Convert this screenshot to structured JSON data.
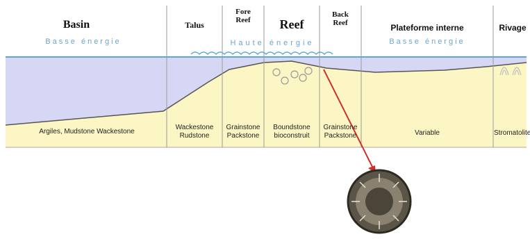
{
  "zones": [
    {
      "key": "basin",
      "title": "Basin",
      "subtitle": "Basse énergie",
      "facies": "Argiles, Mudstone    Wackestone"
    },
    {
      "key": "talus",
      "title": "Talus",
      "subtitle": "",
      "facies": "Wackestone\nRudstone"
    },
    {
      "key": "fore",
      "title": "Fore\nReef",
      "subtitle": "",
      "facies": "Grainstone\nPackstone"
    },
    {
      "key": "reef",
      "title": "Reef",
      "subtitle": "",
      "facies": "Boundstone\nbioconstruit"
    },
    {
      "key": "back",
      "title": "Back\nReef",
      "subtitle": "",
      "facies": "Grainstone\nPackstone"
    },
    {
      "key": "plat",
      "title": "Plateforme interne",
      "subtitle": "Basse énergie",
      "facies": "Variable"
    },
    {
      "key": "rivage",
      "title": "Rivage",
      "subtitle": "",
      "facies": "Stromatolites"
    }
  ],
  "haute_energie": "Haute énergie",
  "colors": {
    "water": "#d6d6f5",
    "sediment": "#fbf6c4",
    "sealevel": "#5aa7d8",
    "arrow": "#d0302a"
  }
}
